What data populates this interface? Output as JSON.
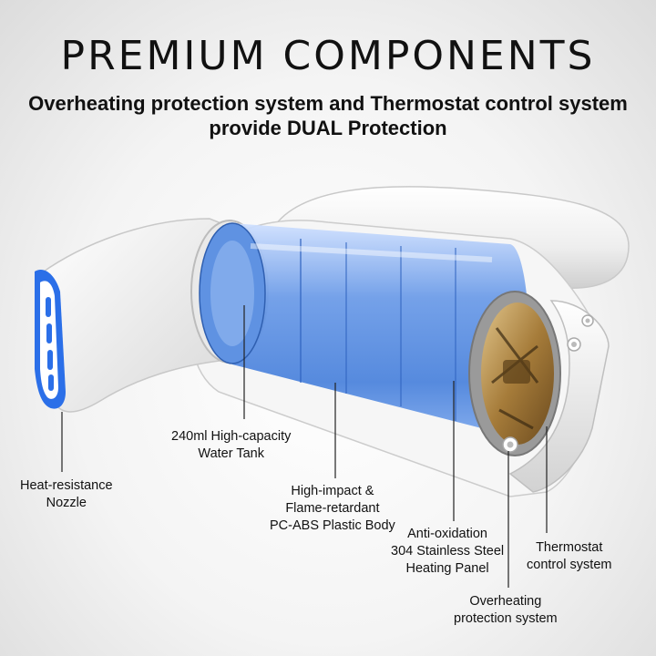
{
  "header": {
    "title": "PREMIUM COMPONENTS",
    "subtitle_line1": "Overheating protection system and Thermostat control system",
    "subtitle_line2": "provide DUAL Protection"
  },
  "callouts": {
    "water_tank": [
      "240ml High-capacity",
      "Water Tank"
    ],
    "nozzle": [
      "Heat-resistance",
      "Nozzle"
    ],
    "body": [
      "High-impact &",
      "Flame-retardant",
      "PC-ABS Plastic Body"
    ],
    "heating_panel": [
      "Anti-oxidation",
      "304 Stainless Steel",
      "Heating Panel"
    ],
    "thermostat": [
      "Thermostat",
      "control system"
    ],
    "overheating": [
      "Overheating",
      "protection system"
    ]
  },
  "colors": {
    "tank_blue": "#3f7fe0",
    "nozzle_blue": "#2b6fe8",
    "body_white": "#f7f7f7",
    "brass": "#b08a4a"
  }
}
